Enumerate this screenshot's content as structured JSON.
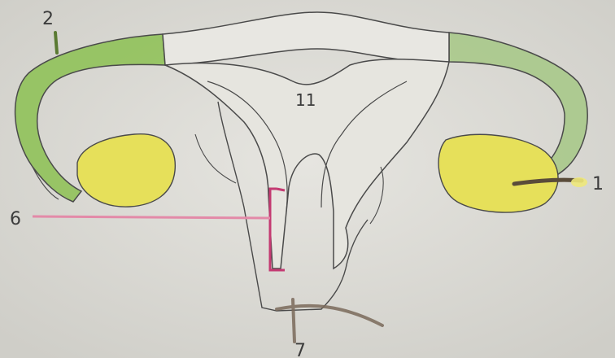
{
  "labels": {
    "ovary_right": "1",
    "fallopian_tube_left": "2",
    "cervix_bracket": "6",
    "vaginal_opening": "7",
    "uterus_body": "11"
  },
  "colors": {
    "paper": "#dcdbd6",
    "pencil": "#4a4a4a",
    "tube_green": "#8cc152",
    "tube_green_light": "#a9c98a",
    "ovary_yellow": "#e6e05a",
    "bracket_pink": "#d94f86",
    "pointer_pink": "#e38aa8",
    "pointer_dark": "#5a4c3a"
  }
}
